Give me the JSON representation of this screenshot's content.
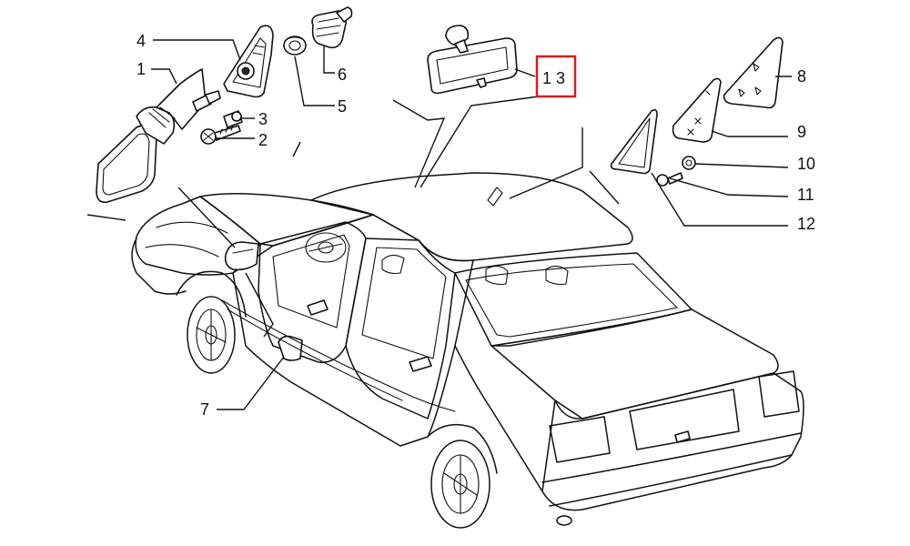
{
  "labels": {
    "p1": "1",
    "p2": "2",
    "p3": "3",
    "p4": "4",
    "p5": "5",
    "p6": "6",
    "p7": "7",
    "p8": "8",
    "p9": "9",
    "p10": "10",
    "p11": "11",
    "p12": "12",
    "p13": "1 3"
  },
  "colors": {
    "highlight": "#d91c1c",
    "line": "#111111",
    "background": "#ffffff"
  },
  "highlighted_part": "p13"
}
